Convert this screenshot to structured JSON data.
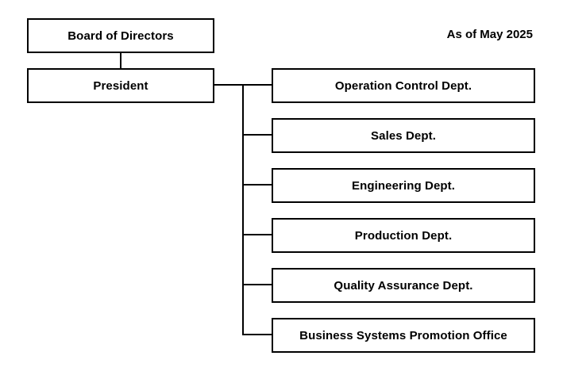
{
  "date_label": "As of May 2025",
  "board": {
    "label": "Board of Directors"
  },
  "president": {
    "label": "President"
  },
  "departments": [
    {
      "label": "Operation Control Dept."
    },
    {
      "label": "Sales Dept."
    },
    {
      "label": "Engineering Dept."
    },
    {
      "label": "Production Dept."
    },
    {
      "label": "Quality Assurance Dept."
    },
    {
      "label": "Business Systems Promotion Office"
    }
  ]
}
